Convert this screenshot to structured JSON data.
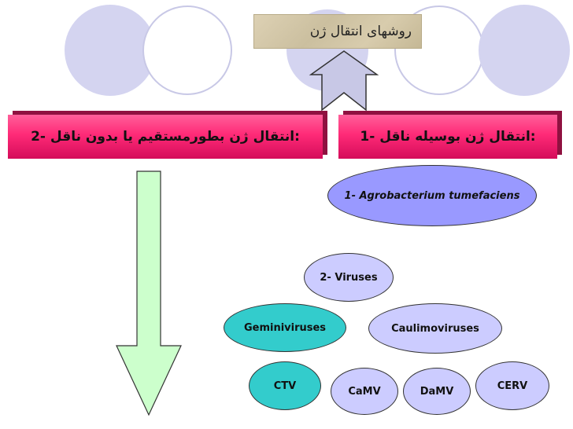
{
  "title": "روشهای انتقال ژن",
  "banners": {
    "direct": "2- انتقال ژن بطورمستقیم یا بدون ناقل:",
    "vector": "1- انتقال ژن بوسیله ناقل:"
  },
  "nodes": {
    "agro": "1- Agrobacterium tumefaciens",
    "viruses": "2- Viruses",
    "gemini": "Geminiviruses",
    "caulimo": "Caulimoviruses",
    "ctv": "CTV",
    "camv": "CaMV",
    "damv": "DaMV",
    "cerv": "CERV"
  },
  "colors": {
    "banner": "#ff2a77",
    "ellipse_dark": "#9999ff",
    "ellipse_light": "#ccccff",
    "ellipse_teal": "#33cccc",
    "arrow_fill": "#ccffcc",
    "circle_fill": "#d6d6f2"
  }
}
